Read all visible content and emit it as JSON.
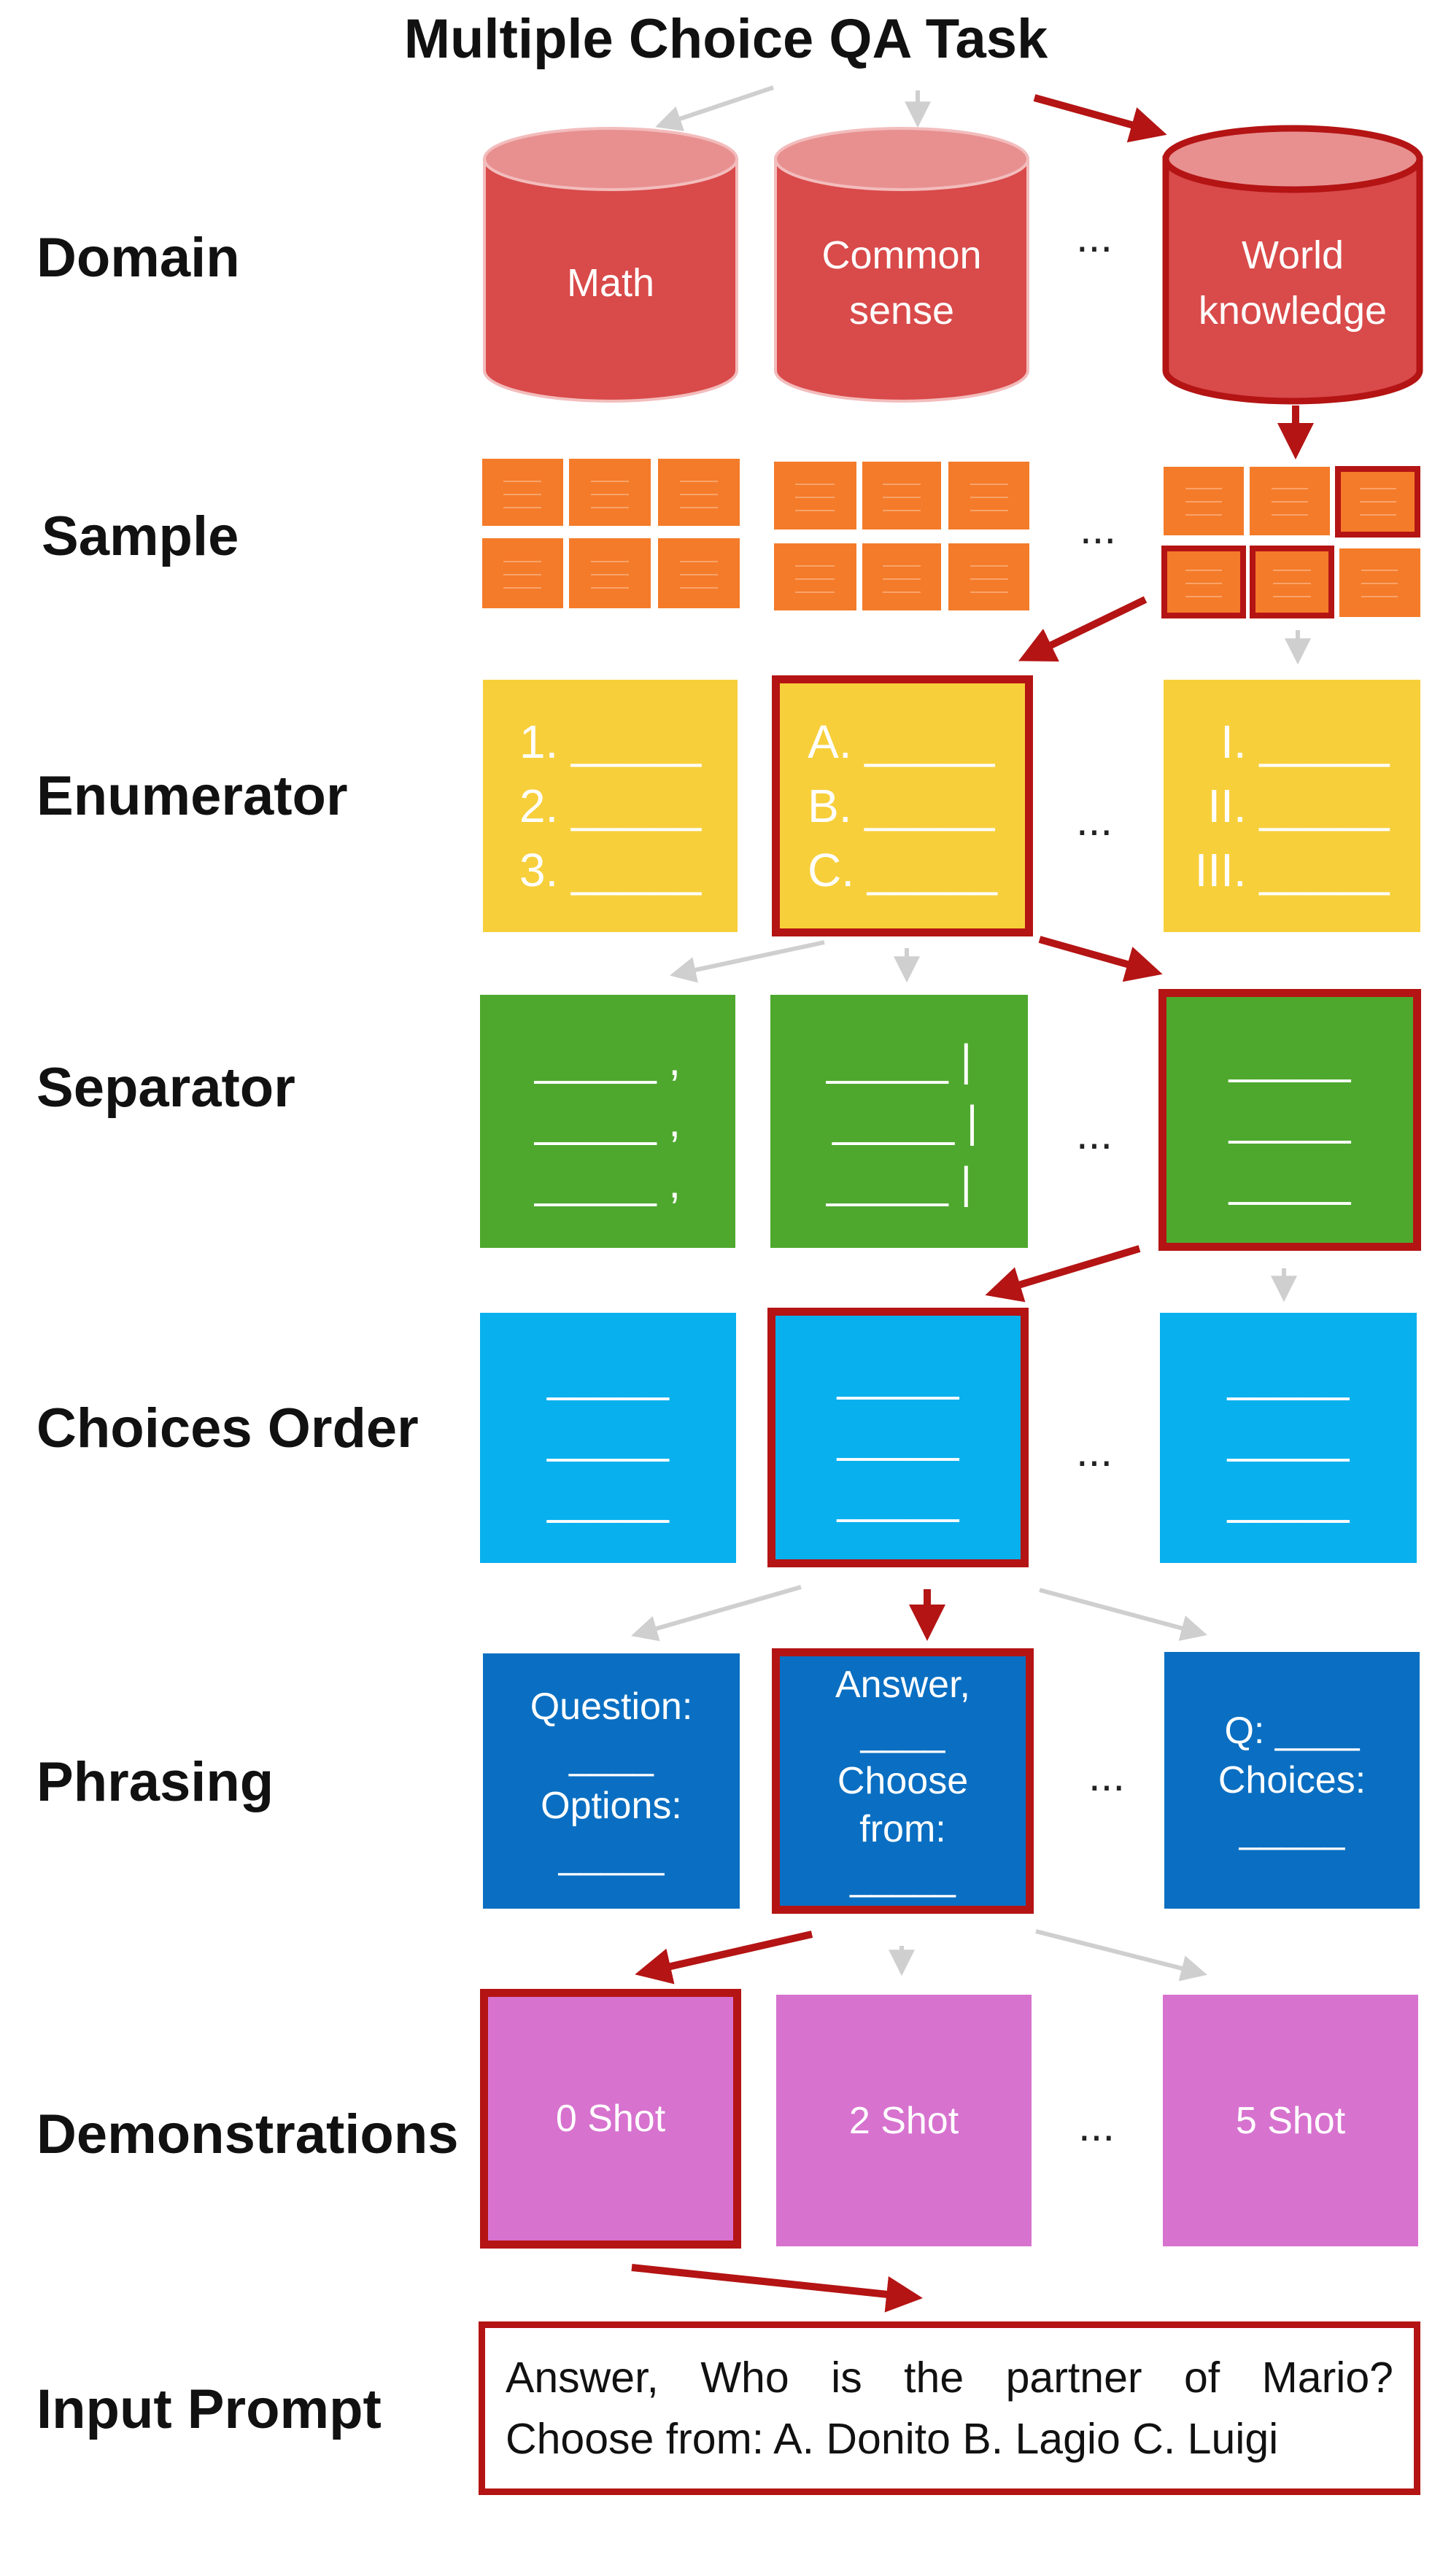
{
  "title": "Multiple Choice QA Task",
  "rows": {
    "domain": "Domain",
    "sample": "Sample",
    "enumerator": "Enumerator",
    "separator": "Separator",
    "choices_order": "Choices Order",
    "phrasing": "Phrasing",
    "demonstrations": "Demonstrations",
    "input_prompt": "Input Prompt"
  },
  "ellipsis": "...",
  "domain": {
    "math": "Math",
    "common_sense": "Common\nsense",
    "world_knowledge": "World\nknowledge"
  },
  "enumerator": {
    "numeric": "1. _____\n2. _____\n3. _____",
    "alpha": "A. _____\nB. _____\nC. _____",
    "roman": "  I. _____\n II. _____\nIII. _____"
  },
  "separator": {
    "comma": "_____ ,\n_____ ,\n_____ ,",
    "pipe": "_____ |\n _____ |\n_____ |",
    "newline": "_____\n_____\n_____"
  },
  "phrasing": {
    "p1": "Question:\n____\nOptions:\n_____",
    "p2": "Answer,\n____\nChoose\nfrom:\n_____",
    "p3": "Q: ____\nChoices:\n_____"
  },
  "demonstrations": {
    "zero": "0 Shot",
    "two": "2 Shot",
    "five": "5 Shot"
  },
  "input_prompt": {
    "line1": "Answer, Who is the partner of Mario?",
    "line2": "Choose from: A. Donito B. Lagio C. Luigi"
  },
  "colors": {
    "selected_border": "#b41414",
    "domain_red": "#d94a4a",
    "sample_orange": "#f47b2a",
    "enumerator_yellow": "#f7cf3b",
    "separator_green": "#4ea82e",
    "order_cyan": "#08b0ee",
    "phrasing_blue": "#0a6fc2",
    "demo_pink": "#d772cf",
    "arrow_gray": "#d0d0d0"
  }
}
